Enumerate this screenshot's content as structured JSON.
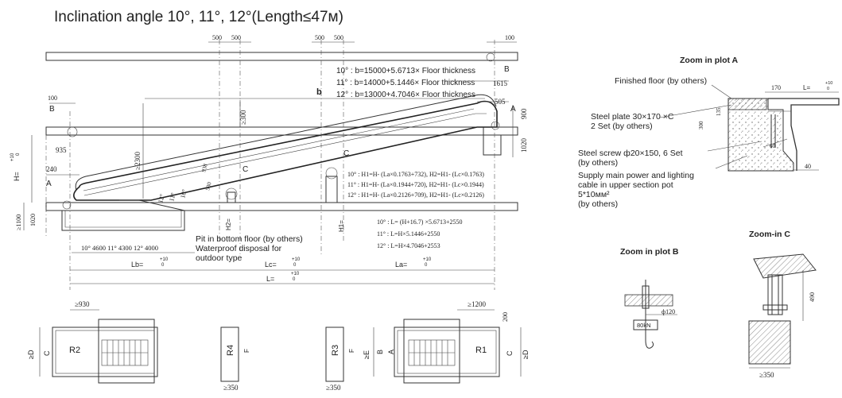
{
  "title": "Inclination angle 10°, 11°, 12°(Length≤47м)",
  "main": {
    "top_dims": [
      "500",
      "500",
      "500",
      "500",
      "100"
    ],
    "floor_thickness": [
      "10° : b=15000+5.6713× Floor thickness",
      "11° : b=14000+5.1446× Floor thickness",
      "12° : b=13000+4.7046× Floor thickness"
    ],
    "b_label": "b",
    "dim_1615": "1615",
    "dim_505": "505",
    "dim_900": "900",
    "dim_1020_right": "1020",
    "dim_100_left": "100",
    "dim_ge300": "≥300",
    "dim_ge2300": "≥2300",
    "dim_935": "935",
    "dim_240": "240",
    "dim_938": "938",
    "dim_530": "530",
    "angles": [
      "10°",
      "11°",
      "12°"
    ],
    "h_label": "H=",
    "tol_h": [
      "+10",
      "0"
    ],
    "dim_ge1100": "≥1100",
    "dim_1020_left": "1020",
    "h2_label": "H2=",
    "h1_label": "H1=",
    "labels": {
      "A_left": "A",
      "A_right": "A",
      "B_left": "B",
      "B_top": "B",
      "C_low": "C",
      "C_mid": "C",
      "C_upper": "C"
    },
    "h_formulas": [
      "10° : H1=H- (La×0.1763+732), H2=H1- (Lc×0.1763)",
      "11° : H1=H- (La×0.1944+720), H2=H1- (Lc×0.1944)",
      "12° : H1=H- (La×0.2126+709), H2=H1- (Lc×0.2126)"
    ],
    "l_formulas": [
      "10° : L= (H+16.7) ×5.6713+2550",
      "11° : L=H×5.1446+2550",
      "12° : L=H×4.7046+2553"
    ],
    "pit_note": [
      "Pit in bottom floor (by others)",
      "Waterproof disposal for",
      "outdoor type"
    ],
    "pit_dims": "10° 4600  11° 4300  12° 4000",
    "lb": "Lb=",
    "lc": "Lc=",
    "la": "La=",
    "l": "L=",
    "tol": [
      "+10",
      "0"
    ]
  },
  "plan": {
    "dim_930": "≥930",
    "dim_1200": "≥1200",
    "dim_200": "200",
    "r_labels": [
      "R2",
      "R4",
      "R3",
      "R1"
    ],
    "d_label": "≥D",
    "c_label": "C",
    "e_label": "≥E",
    "b_label": "B",
    "a_label": "A",
    "f_label": "F",
    "dim_350": "≥350"
  },
  "zoom_a": {
    "title": "Zoom  in plot A",
    "finished_floor": "Finished floor (by others)",
    "dim_170": "170",
    "l_eq": "L=",
    "tol": [
      "+10",
      "0"
    ],
    "steel_plate": [
      "Steel plate 30×170 ×C",
      "2 Set (by others)"
    ],
    "dim_135": "135",
    "dim_300": "300",
    "dim_60": "60",
    "steel_screw": [
      "Steel screw ф20×150, 6 Set",
      "(by others)"
    ],
    "supply": [
      "Supply main power and lighting",
      "cable in upper section pot",
      "5*10мм²",
      "(by others)"
    ],
    "dim_40": "40"
  },
  "zoom_b": {
    "title": "Zoom  in plot  B",
    "dim_120": "ф120",
    "load": "80kN"
  },
  "zoom_c": {
    "title": "Zoom-in C",
    "dim_490": "490",
    "dim_350": "≥350"
  }
}
